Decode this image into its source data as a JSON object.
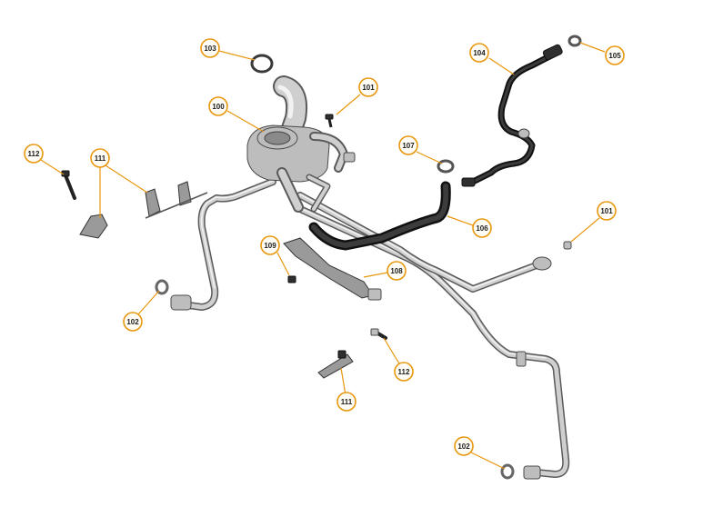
{
  "callouts": [
    {
      "id": "c103",
      "label": "103"
    },
    {
      "id": "c100",
      "label": "100"
    },
    {
      "id": "c101a",
      "label": "101"
    },
    {
      "id": "c104",
      "label": "104"
    },
    {
      "id": "c105",
      "label": "105"
    },
    {
      "id": "c107",
      "label": "107"
    },
    {
      "id": "c112a",
      "label": "112"
    },
    {
      "id": "c111a",
      "label": "111"
    },
    {
      "id": "c101b",
      "label": "101"
    },
    {
      "id": "c106",
      "label": "106"
    },
    {
      "id": "c109",
      "label": "109"
    },
    {
      "id": "c108",
      "label": "108"
    },
    {
      "id": "c102a",
      "label": "102"
    },
    {
      "id": "c112b",
      "label": "112"
    },
    {
      "id": "c111b",
      "label": "111"
    },
    {
      "id": "c102b",
      "label": "102"
    }
  ],
  "colors": {
    "callout_ring": "#e8970f",
    "pipe": "#bdbdbd",
    "hose": "#1a1a1a"
  }
}
